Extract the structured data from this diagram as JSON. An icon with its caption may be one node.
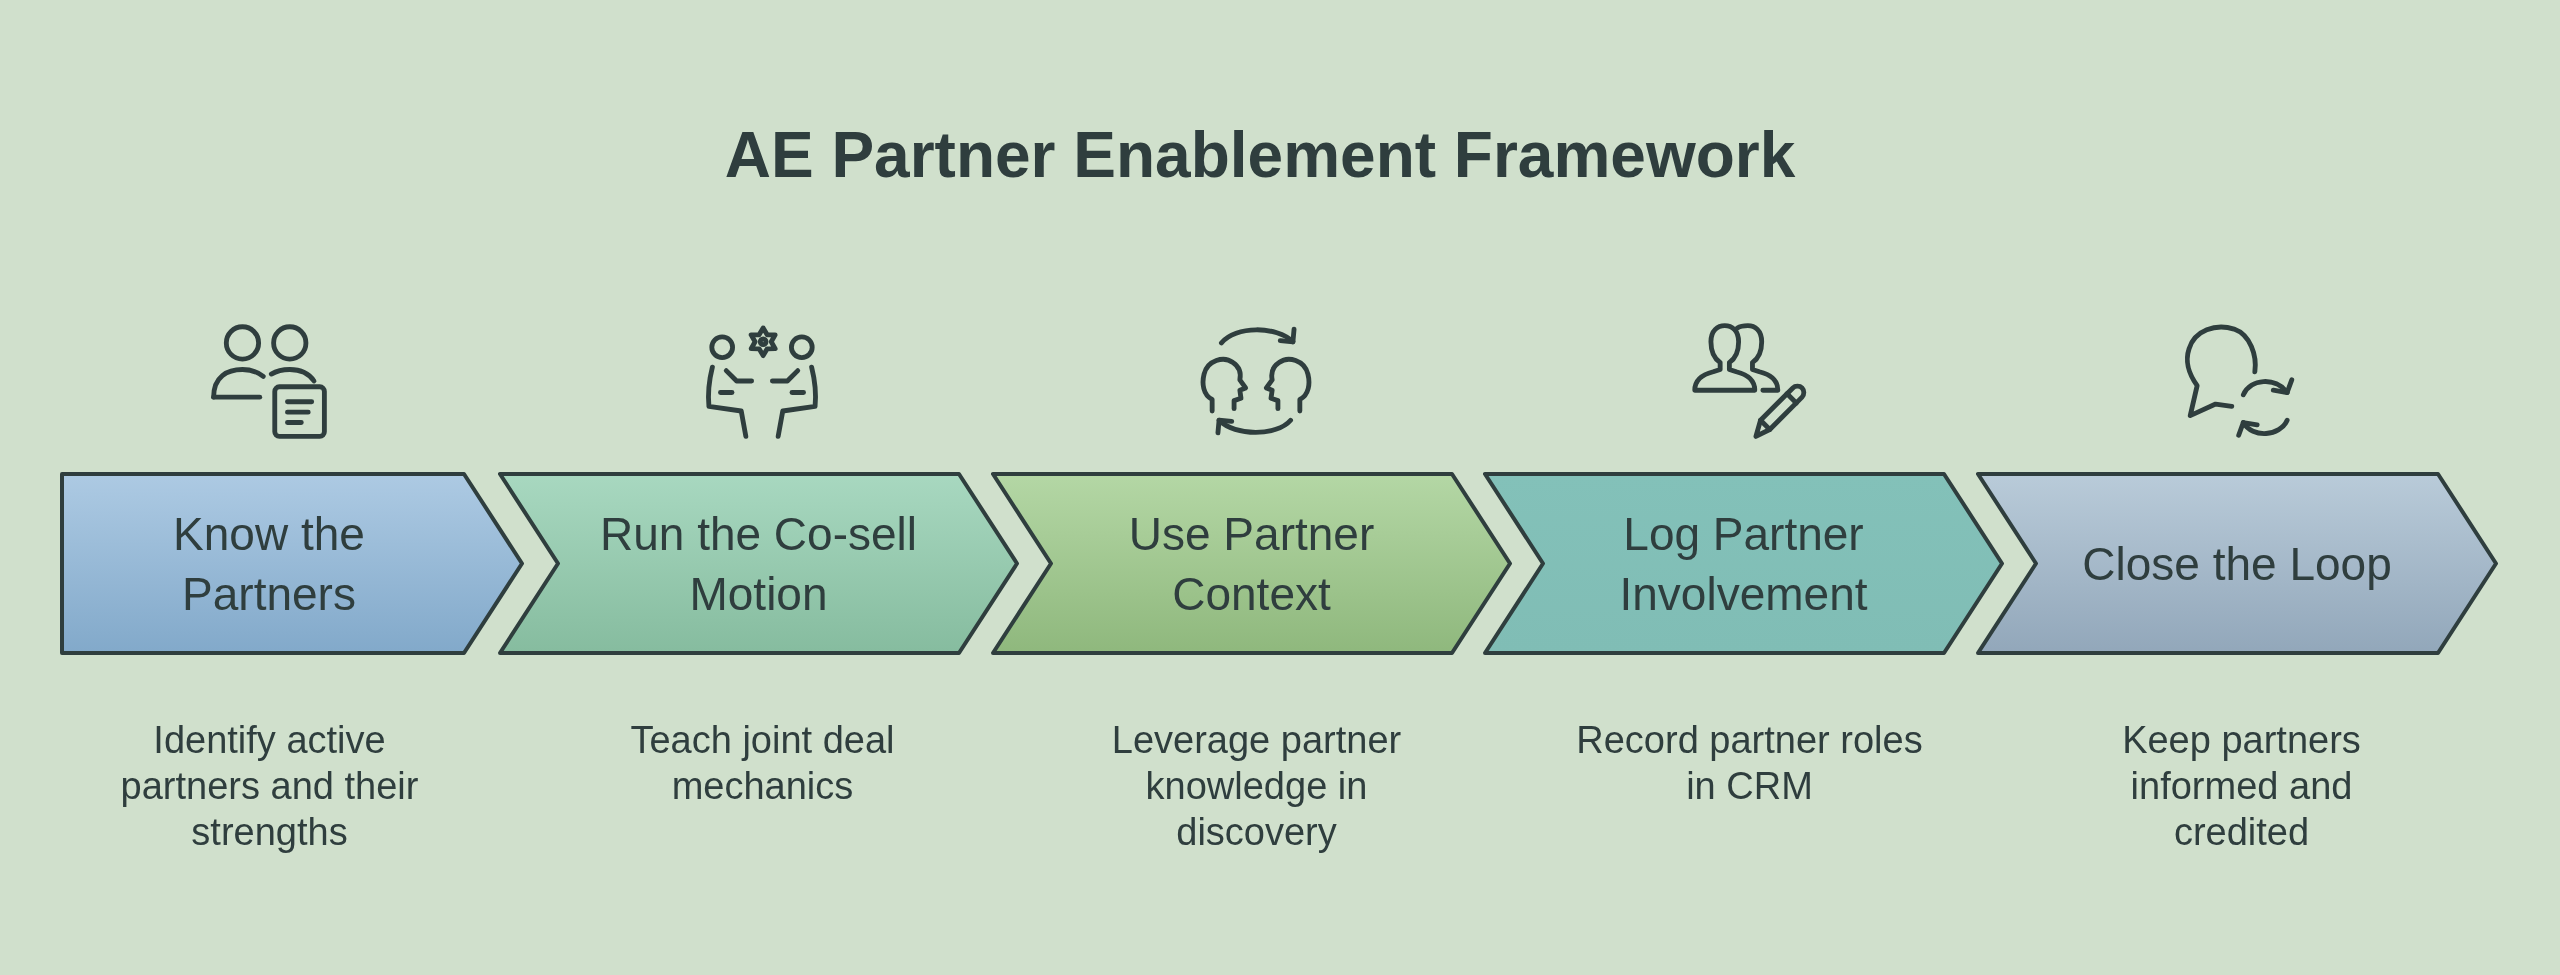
{
  "diagram": {
    "title": "AE Partner Enablement Framework",
    "nodes": [
      {
        "text": [
          "Know the Partners"
        ],
        "beside": [
          "Identify active partners and their strengths"
        ]
      },
      {
        "text": [
          "Run the Co-sell Motion"
        ],
        "beside": [
          "Teach joint deal mechanics"
        ]
      },
      {
        "text": [
          "Use Partner Context"
        ],
        "beside": [
          "Leverage partner knowledge in discovery"
        ]
      },
      {
        "text": [
          "Log Partner Involvement"
        ],
        "beside": [
          "Record partner roles in CRM"
        ]
      },
      {
        "text": [
          "Close the Loop"
        ],
        "beside": [
          "Keep partners informed and credited"
        ]
      }
    ]
  }
}
